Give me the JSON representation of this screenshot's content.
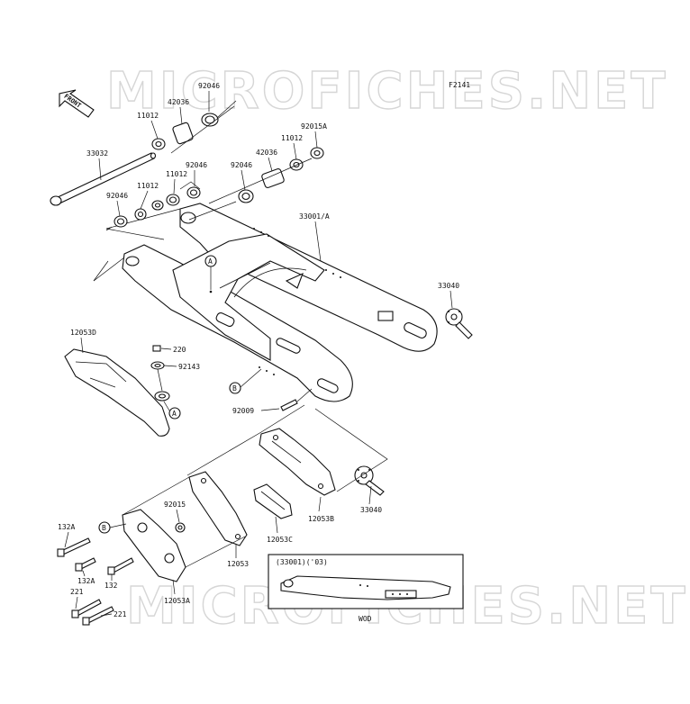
{
  "watermark_top": "MICROFICHES.NET",
  "watermark_bottom": "MICROFICHES.NET",
  "figure_code": "F2141",
  "front_label": "FRONT",
  "callout_a": "A",
  "callout_b": "B",
  "inset_title": "(33001)('03)",
  "inset_code": "WOD",
  "parts": {
    "p92046_top": "92046",
    "p42036_top": "42036",
    "p11012_top": "11012",
    "p92015a": "92015A",
    "p11012_mid": "11012",
    "p42036_mid": "42036",
    "p92046_mid": "92046",
    "p33032": "33032",
    "p11012_l1": "11012",
    "p92046_l1": "92046",
    "p11012_l2": "11012",
    "p92046_l2": "92046",
    "p33001a": "33001/A",
    "p33040_top": "33040",
    "p12053d": "12053D",
    "p220": "220",
    "p92143": "92143",
    "p92009": "92009",
    "p12053b": "12053B",
    "p33040_bot": "33040",
    "p92015": "92015",
    "p12053c": "12053C",
    "p132a_1": "132A",
    "p132a_2": "132A",
    "p132": "132",
    "p12053": "12053",
    "p12053a": "12053A",
    "p221_1": "221",
    "p221_2": "221"
  }
}
